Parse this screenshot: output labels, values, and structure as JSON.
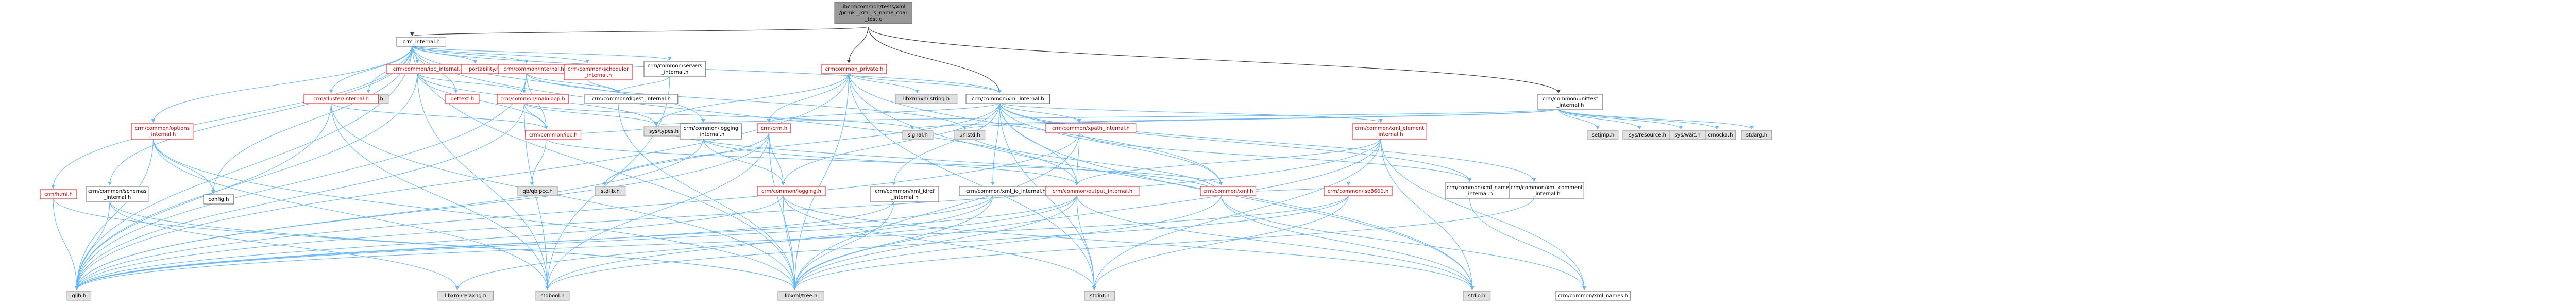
{
  "nodes": [
    {
      "id": "root",
      "lines": [
        "libcrmcommon/tests/xml",
        "/pcmk__xml_is_name_char",
        "_test.c"
      ],
      "style": "root"
    },
    {
      "id": "crm_internal",
      "lines": [
        "crm_internal.h"
      ],
      "style": "normal"
    },
    {
      "id": "unittest_internal",
      "lines": [
        "crm/common/unittest",
        "_internal.h"
      ],
      "style": "normal"
    },
    {
      "id": "xml_internal",
      "lines": [
        "crm/common/xml_internal.h"
      ],
      "style": "normal"
    },
    {
      "id": "crmcommon_private",
      "lines": [
        "crmcommon_private.h"
      ],
      "style": "red"
    },
    {
      "id": "locale",
      "lines": [
        "locale.h"
      ],
      "style": "gray"
    },
    {
      "id": "ipc_internal",
      "lines": [
        "crm/common/ipc_internal.h"
      ],
      "style": "red"
    },
    {
      "id": "portability",
      "lines": [
        "portability.h"
      ],
      "style": "red"
    },
    {
      "id": "common_internal",
      "lines": [
        "crm/common/internal.h"
      ],
      "style": "red"
    },
    {
      "id": "scheduler_internal",
      "lines": [
        "crm/common/scheduler",
        "_internal.h"
      ],
      "style": "red"
    },
    {
      "id": "servers_internal",
      "lines": [
        "crm/common/servers",
        "_internal.h"
      ],
      "style": "normal"
    },
    {
      "id": "libxml_xmlstring",
      "lines": [
        "libxml/xmlstring.h"
      ],
      "style": "gray"
    },
    {
      "id": "cluster_internal",
      "lines": [
        "crm/cluster/internal.h"
      ],
      "style": "red"
    },
    {
      "id": "gettext",
      "lines": [
        "gettext.h"
      ],
      "style": "red"
    },
    {
      "id": "mainloop",
      "lines": [
        "crm/common/mainloop.h"
      ],
      "style": "red"
    },
    {
      "id": "digest_internal",
      "lines": [
        "crm/common/digest_internal.h"
      ],
      "style": "normal"
    },
    {
      "id": "options_internal",
      "lines": [
        "crm/common/options",
        "_internal.h"
      ],
      "style": "red"
    },
    {
      "id": "crm_ipc",
      "lines": [
        "crm/common/ipc.h"
      ],
      "style": "red"
    },
    {
      "id": "sys_types",
      "lines": [
        "sys/types.h"
      ],
      "style": "gray"
    },
    {
      "id": "crm_crm",
      "lines": [
        "crm/crm.h"
      ],
      "style": "red"
    },
    {
      "id": "logging_internal",
      "lines": [
        "crm/common/logging",
        "_internal.h"
      ],
      "style": "normal"
    },
    {
      "id": "signal",
      "lines": [
        "signal.h"
      ],
      "style": "gray"
    },
    {
      "id": "unistd",
      "lines": [
        "unistd.h"
      ],
      "style": "gray"
    },
    {
      "id": "xpath_internal",
      "lines": [
        "crm/common/xpath_internal.h"
      ],
      "style": "red"
    },
    {
      "id": "xml_element_internal",
      "lines": [
        "crm/common/xml_element",
        "_internal.h"
      ],
      "style": "red"
    },
    {
      "id": "setjmp",
      "lines": [
        "setjmp.h"
      ],
      "style": "gray"
    },
    {
      "id": "sys_resource",
      "lines": [
        "sys/resource.h"
      ],
      "style": "gray"
    },
    {
      "id": "sys_wait",
      "lines": [
        "sys/wait.h"
      ],
      "style": "gray"
    },
    {
      "id": "cmocka",
      "lines": [
        "cmocka.h"
      ],
      "style": "gray"
    },
    {
      "id": "stdarg",
      "lines": [
        "stdarg.h"
      ],
      "style": "gray"
    },
    {
      "id": "crm_html",
      "lines": [
        "crm/html.h"
      ],
      "style": "red"
    },
    {
      "id": "schemas_internal",
      "lines": [
        "crm/common/schemas",
        "_internal.h"
      ],
      "style": "normal"
    },
    {
      "id": "config",
      "lines": [
        "config.h"
      ],
      "style": "normal"
    },
    {
      "id": "qb_ipcc",
      "lines": [
        "qb/qbipcc.h"
      ],
      "style": "gray"
    },
    {
      "id": "stdlib",
      "lines": [
        "stdlib.h"
      ],
      "style": "gray"
    },
    {
      "id": "crm_logging",
      "lines": [
        "crm/common/logging.h"
      ],
      "style": "red"
    },
    {
      "id": "xml_idref_internal",
      "lines": [
        "crm/common/xml_idref",
        "_internal.h"
      ],
      "style": "normal"
    },
    {
      "id": "xml_io_internal",
      "lines": [
        "crm/common/xml_io_internal.h"
      ],
      "style": "normal"
    },
    {
      "id": "output_internal",
      "lines": [
        "crm/common/output_internal.h"
      ],
      "style": "red"
    },
    {
      "id": "crm_xml",
      "lines": [
        "crm/common/xml.h"
      ],
      "style": "red"
    },
    {
      "id": "iso8601",
      "lines": [
        "crm/common/iso8601.h"
      ],
      "style": "red"
    },
    {
      "id": "xml_names_internal",
      "lines": [
        "crm/common/xml_names",
        "_internal.h"
      ],
      "style": "normal"
    },
    {
      "id": "xml_comment_internal",
      "lines": [
        "crm/common/xml_comment",
        "_internal.h"
      ],
      "style": "normal"
    },
    {
      "id": "glib",
      "lines": [
        "glib.h"
      ],
      "style": "gray"
    },
    {
      "id": "libxml_relaxng",
      "lines": [
        "libxml/relaxng.h"
      ],
      "style": "gray"
    },
    {
      "id": "stdbool",
      "lines": [
        "stdbool.h"
      ],
      "style": "gray"
    },
    {
      "id": "libxml_tree",
      "lines": [
        "libxml/tree.h"
      ],
      "style": "gray"
    },
    {
      "id": "stdint",
      "lines": [
        "stdint.h"
      ],
      "style": "gray"
    },
    {
      "id": "stdio",
      "lines": [
        "stdio.h"
      ],
      "style": "gray"
    },
    {
      "id": "xml_names",
      "lines": [
        "crm/common/xml_names.h"
      ],
      "style": "normal"
    }
  ],
  "edges": [
    [
      "root",
      "crm_internal"
    ],
    [
      "root",
      "unittest_internal"
    ],
    [
      "root",
      "xml_internal"
    ],
    [
      "root",
      "crmcommon_private"
    ],
    [
      "crm_internal",
      "locale"
    ],
    [
      "crm_internal",
      "ipc_internal"
    ],
    [
      "crm_internal",
      "portability"
    ],
    [
      "crm_internal",
      "common_internal"
    ],
    [
      "crm_internal",
      "scheduler_internal"
    ],
    [
      "crm_internal",
      "servers_internal"
    ],
    [
      "crm_internal",
      "cluster_internal"
    ],
    [
      "crm_internal",
      "gettext"
    ],
    [
      "crm_internal",
      "options_internal"
    ],
    [
      "crm_internal",
      "crm_html"
    ],
    [
      "crm_internal",
      "schemas_internal"
    ],
    [
      "crm_internal",
      "config"
    ],
    [
      "crm_internal",
      "glib"
    ],
    [
      "crm_internal",
      "xml_internal"
    ],
    [
      "crm_internal",
      "logging_internal"
    ],
    [
      "crm_internal",
      "output_internal"
    ],
    [
      "crm_internal",
      "libxml_tree"
    ],
    [
      "ipc_internal",
      "mainloop"
    ],
    [
      "ipc_internal",
      "sys_types"
    ],
    [
      "ipc_internal",
      "crm_ipc"
    ],
    [
      "ipc_internal",
      "glib"
    ],
    [
      "ipc_internal",
      "stdbool"
    ],
    [
      "common_internal",
      "mainloop"
    ],
    [
      "common_internal",
      "digest_internal"
    ],
    [
      "common_internal",
      "crm_ipc"
    ],
    [
      "common_internal",
      "glib"
    ],
    [
      "common_internal",
      "unistd"
    ],
    [
      "scheduler_internal",
      "digest_internal"
    ],
    [
      "servers_internal",
      "digest_internal"
    ],
    [
      "servers_internal",
      "stdbool"
    ],
    [
      "cluster_internal",
      "crm_ipc"
    ],
    [
      "cluster_internal",
      "glib"
    ],
    [
      "cluster_internal",
      "stdbool"
    ],
    [
      "cluster_internal",
      "libxml_tree"
    ],
    [
      "mainloop",
      "signal"
    ],
    [
      "mainloop",
      "sys_types"
    ],
    [
      "mainloop",
      "crm_ipc"
    ],
    [
      "mainloop",
      "glib"
    ],
    [
      "mainloop",
      "stdbool"
    ],
    [
      "digest_internal",
      "libxml_tree"
    ],
    [
      "options_internal",
      "config"
    ],
    [
      "options_internal",
      "glib"
    ],
    [
      "options_internal",
      "stdbool"
    ],
    [
      "options_internal",
      "libxml_tree"
    ],
    [
      "crm_ipc",
      "sys_types"
    ],
    [
      "crm_ipc",
      "qb_ipcc"
    ],
    [
      "crm_ipc",
      "crm_xml"
    ],
    [
      "crm_crm",
      "stdlib"
    ],
    [
      "crm_crm",
      "glib"
    ],
    [
      "crm_crm",
      "stdbool"
    ],
    [
      "crm_crm",
      "crm_logging"
    ],
    [
      "crm_crm",
      "libxml_tree"
    ],
    [
      "logging_internal",
      "glib"
    ],
    [
      "logging_internal",
      "crm_logging"
    ],
    [
      "logging_internal",
      "output_internal"
    ],
    [
      "crmcommon_private",
      "libxml_xmlstring"
    ],
    [
      "crmcommon_private",
      "xml_internal"
    ],
    [
      "crmcommon_private",
      "stdint"
    ],
    [
      "crmcommon_private",
      "sys_types"
    ],
    [
      "crmcommon_private",
      "glib"
    ],
    [
      "crmcommon_private",
      "libxml_tree"
    ],
    [
      "crmcommon_private",
      "crm_xml"
    ],
    [
      "crmcommon_private",
      "crm_crm"
    ],
    [
      "crmcommon_private",
      "stdio"
    ],
    [
      "xml_internal",
      "stdlib"
    ],
    [
      "xml_internal",
      "stdio"
    ],
    [
      "xml_internal",
      "crm_crm"
    ],
    [
      "xml_internal",
      "crm_logging"
    ],
    [
      "xml_internal",
      "xpath_internal"
    ],
    [
      "xml_internal",
      "xml_element_internal"
    ],
    [
      "xml_internal",
      "xml_idref_internal"
    ],
    [
      "xml_internal",
      "xml_io_internal"
    ],
    [
      "xml_internal",
      "xml_names_internal"
    ],
    [
      "xml_internal",
      "xml_comment_internal"
    ],
    [
      "xml_internal",
      "output_internal"
    ],
    [
      "xml_internal",
      "crm_xml"
    ],
    [
      "xml_internal",
      "stdint"
    ],
    [
      "unittest_internal",
      "signal"
    ],
    [
      "unittest_internal",
      "stdarg"
    ],
    [
      "unittest_internal",
      "setjmp"
    ],
    [
      "unittest_internal",
      "sys_resource"
    ],
    [
      "unittest_internal",
      "sys_wait"
    ],
    [
      "unittest_internal",
      "unistd"
    ],
    [
      "unittest_internal",
      "cmocka"
    ],
    [
      "unittest_internal",
      "sys_types"
    ],
    [
      "xpath_internal",
      "glib"
    ],
    [
      "xpath_internal",
      "output_internal"
    ],
    [
      "xpath_internal",
      "xml_names_internal"
    ],
    [
      "xpath_internal",
      "libxml_tree"
    ],
    [
      "xml_element_internal",
      "output_internal"
    ],
    [
      "xml_element_internal",
      "xml_names"
    ],
    [
      "xml_element_internal",
      "stdio"
    ],
    [
      "xml_element_internal",
      "glib"
    ],
    [
      "xml_element_internal",
      "libxml_tree"
    ],
    [
      "xml_element_internal",
      "stdint"
    ],
    [
      "crm_html",
      "glib"
    ],
    [
      "crm_html",
      "libxml_tree"
    ],
    [
      "schemas_internal",
      "glib"
    ],
    [
      "schemas_internal",
      "libxml_relaxng"
    ],
    [
      "schemas_internal",
      "libxml_tree"
    ],
    [
      "crm_logging",
      "glib"
    ],
    [
      "crm_logging",
      "stdio"
    ],
    [
      "crm_logging",
      "stdint"
    ],
    [
      "crm_logging",
      "libxml_tree"
    ],
    [
      "xml_idref_internal",
      "glib"
    ],
    [
      "xml_idref_internal",
      "libxml_tree"
    ],
    [
      "xml_io_internal",
      "stdbool"
    ],
    [
      "xml_io_internal",
      "glib"
    ],
    [
      "xml_io_internal",
      "libxml_tree"
    ],
    [
      "output_internal",
      "stdio"
    ],
    [
      "output_internal",
      "stdint"
    ],
    [
      "output_internal",
      "glib"
    ],
    [
      "output_internal",
      "libxml_tree"
    ],
    [
      "output_internal",
      "libxml_relaxng"
    ],
    [
      "crm_xml",
      "stdio"
    ],
    [
      "crm_xml",
      "sys_types"
    ],
    [
      "crm_xml",
      "unistd"
    ],
    [
      "crm_xml",
      "libxml_tree"
    ],
    [
      "crm_xml",
      "xml_names"
    ],
    [
      "crm_xml",
      "iso8601"
    ],
    [
      "iso8601",
      "stdbool"
    ],
    [
      "iso8601",
      "stdint"
    ],
    [
      "iso8601",
      "glib"
    ],
    [
      "xml_names_internal",
      "xml_names"
    ],
    [
      "xml_comment_internal",
      "libxml_tree"
    ]
  ]
}
